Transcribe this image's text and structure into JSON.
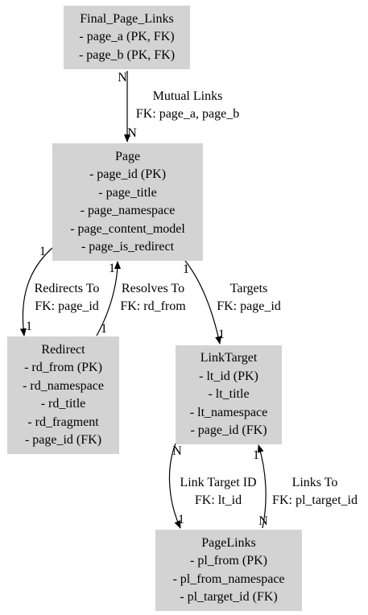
{
  "entities": {
    "final_page_links": {
      "title": "Final_Page_Links",
      "fields": [
        "- page_a (PK, FK)",
        "- page_b (PK, FK)"
      ]
    },
    "page": {
      "title": "Page",
      "fields": [
        "- page_id (PK)",
        "- page_title",
        "- page_namespace",
        "- page_content_model",
        "- page_is_redirect"
      ]
    },
    "redirect": {
      "title": "Redirect",
      "fields": [
        "- rd_from (PK)",
        "- rd_namespace",
        "- rd_title",
        "- rd_fragment",
        "- page_id (FK)"
      ]
    },
    "link_target": {
      "title": "LinkTarget",
      "fields": [
        "- lt_id (PK)",
        "- lt_title",
        "- lt_namespace",
        "- page_id (FK)"
      ]
    },
    "page_links": {
      "title": "PageLinks",
      "fields": [
        "- pl_from (PK)",
        "- pl_from_namespace",
        "- pl_target_id (FK)"
      ]
    }
  },
  "relations": {
    "mutual_links": {
      "name": "Mutual Links",
      "fk": "FK: page_a, page_b",
      "from_card": "N",
      "to_card": "N"
    },
    "redirects_to": {
      "name": "Redirects To",
      "fk": "FK: page_id",
      "from_card": "1",
      "to_card": "1"
    },
    "resolves_to": {
      "name": "Resolves To",
      "fk": "FK: rd_from",
      "from_card": "1",
      "to_card": "1"
    },
    "targets": {
      "name": "Targets",
      "fk": "FK: page_id",
      "from_card": "1",
      "to_card": "1"
    },
    "link_target_id": {
      "name": "Link Target ID",
      "fk": "FK: lt_id",
      "from_card": "N",
      "to_card": "1"
    },
    "links_to": {
      "name": "Links To",
      "fk": "FK: pl_target_id",
      "from_card": "N",
      "to_card": "1"
    }
  },
  "colors": {
    "node_fill": "#d3d3d3",
    "edge": "#000000",
    "background": "#ffffff"
  }
}
